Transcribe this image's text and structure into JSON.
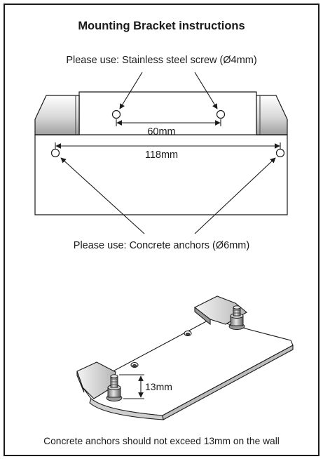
{
  "title": "Mounting Bracket instructions",
  "screw_note": "Please use: Stainless steel screw (Ø4mm)",
  "screw_spacing": "60mm",
  "anchor_spacing": "118mm",
  "anchor_note": "Please use: Concrete anchors (Ø6mm)",
  "anchor_protrusion": "13mm",
  "footer_note": "Concrete anchors should not exceed 13mm on the wall"
}
